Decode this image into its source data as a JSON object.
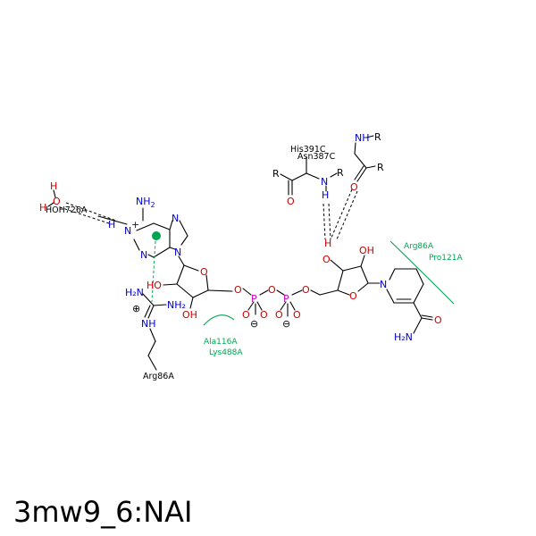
{
  "title": "3mw9_6:NAI",
  "colors": {
    "nitrogen": "#0000cc",
    "oxygen": "#cc0000",
    "phosphorus": "#cc00cc",
    "carbon": "#000000",
    "hydrophobic": "#00a651"
  },
  "labels": {
    "water": "HOH726A",
    "arg86_bottom": "Arg86A",
    "his391": "His391C",
    "asn387": "Asn387C",
    "ala116": "Ala116A",
    "lys488": "Lys488A",
    "arg86_right": "Arg86A",
    "pro121": "Pro121A"
  },
  "atoms": {
    "nh2_adenine": "NH",
    "nh2_sub": "2",
    "n_plus": "N",
    "plus": "+",
    "h_adenine": "H",
    "n_ring1": "N",
    "n_ring2": "N",
    "n_ring3": "N",
    "water_o": "O",
    "water_h1": "H",
    "water_h2": "H",
    "oh_1": "HO",
    "oh_2": "OH",
    "o_ribose": "O",
    "o_link1": "O",
    "p1": "P",
    "o_p1a": "O",
    "o_p1b": "O",
    "minus1": "⊖",
    "o_bridge": "O",
    "p2": "P",
    "o_p2a": "O",
    "o_p2b": "O",
    "minus2": "⊖",
    "o_link2": "O",
    "o_ribose2": "O",
    "o_3prime": "O",
    "h_3prime": "H",
    "oh_3": "OH",
    "n_pyridine": "N",
    "amide_o": "O",
    "amide_nh2": "H₂N",
    "arg_h2n": "H₂N",
    "arg_nh2": "NH₂",
    "arg_nh": "NH",
    "arg_plus": "⊕",
    "r1": "R",
    "o_bb1": "O",
    "n_bb": "N",
    "h_bb": "H",
    "r2": "R",
    "nh_bb2": "NH",
    "r3": "R",
    "o_bb2": "O",
    "r4": "R"
  }
}
